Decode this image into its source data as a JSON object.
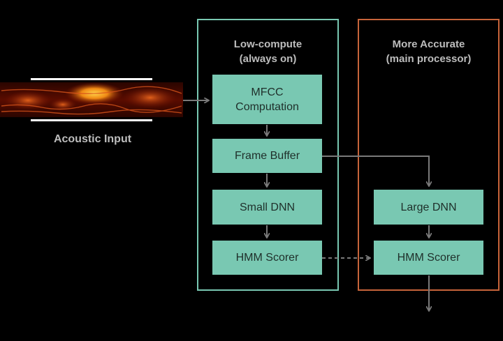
{
  "input": {
    "caption": "Acoustic Input",
    "image": "spectrogram"
  },
  "panels": {
    "low": {
      "title_line1": "Low-compute",
      "title_line2": "(always on)",
      "color": "#79c8b2"
    },
    "accurate": {
      "title_line1": "More Accurate",
      "title_line2": "(main processor)",
      "color": "#c7643a"
    }
  },
  "boxes": {
    "mfcc_line1": "MFCC",
    "mfcc_line2": "Computation",
    "frame_buffer": "Frame Buffer",
    "small_dnn": "Small DNN",
    "hmm_scorer_low": "HMM Scorer",
    "large_dnn": "Large DNN",
    "hmm_scorer_acc": "HMM Scorer"
  },
  "colors": {
    "box_fill": "#79c8b2",
    "arrow": "#7a7a7a",
    "text_gray": "#bdbdbd"
  }
}
